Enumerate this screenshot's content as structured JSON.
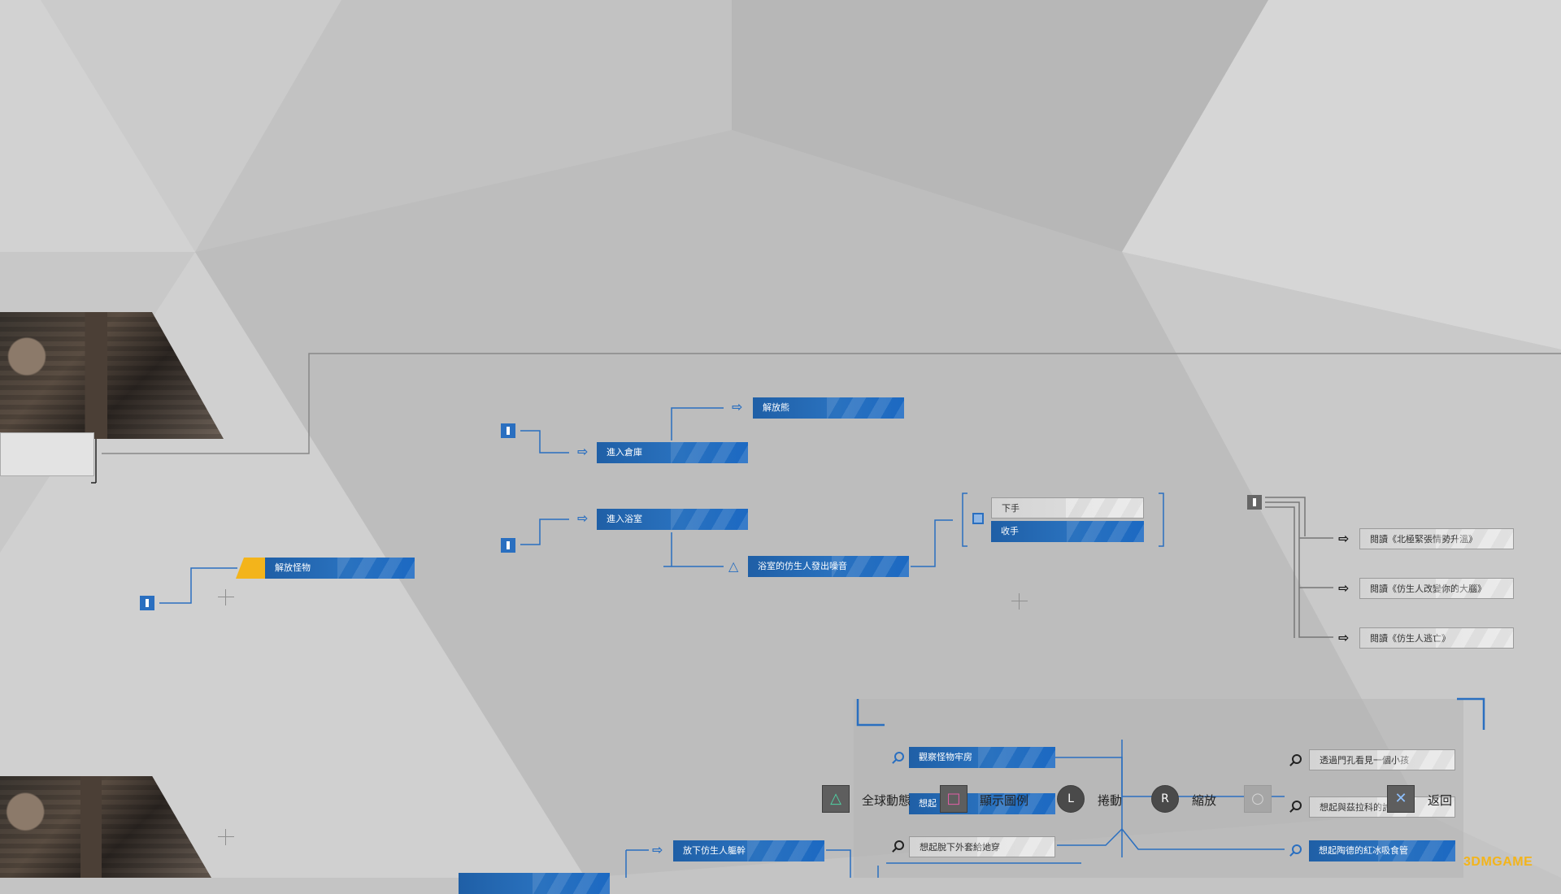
{
  "nodes": {
    "free_monster": "解放怪物",
    "enter_warehouse": "進入倉庫",
    "free_bear": "解放熊",
    "enter_bathroom": "進入浴室",
    "android_noise": "浴室的仿生人發出噪音",
    "choice_strike": "下手",
    "choice_withdraw": "收手",
    "read_north_tension": "閱讀《北極緊張情勢升溫》",
    "read_android_brain": "閱讀《仿生人改變你的大腦》",
    "read_android_escape": "閱讀《仿生人逃亡》",
    "observe_monster_cell": "觀察怪物牢房",
    "peep_child": "透過門孔看見一個小孩",
    "recall_partial": "想起",
    "recall_zlatko": "想起與茲拉科的討論",
    "recall_coat": "想起脫下外套給她穿",
    "recall_todd_ice": "想起陶德的紅冰吸食管",
    "put_down_android": "放下仿生人軀幹"
  },
  "buttons": {
    "triangle_icon": "△",
    "triangle_label": "全球動態",
    "square_icon": "□",
    "square_label": "顯示圖例",
    "l_icon": "L",
    "l_label": "捲動",
    "r_icon": "R",
    "r_label": "縮放",
    "circle_icon": "○",
    "circle_label": "",
    "cross_icon": "✕",
    "cross_label": "返回"
  },
  "watermark": "3DMGAME",
  "colors": {
    "accent_blue": "#2a6fc0",
    "highlight_yellow": "#f3b41b",
    "background_grey": "#c4c4c4"
  }
}
